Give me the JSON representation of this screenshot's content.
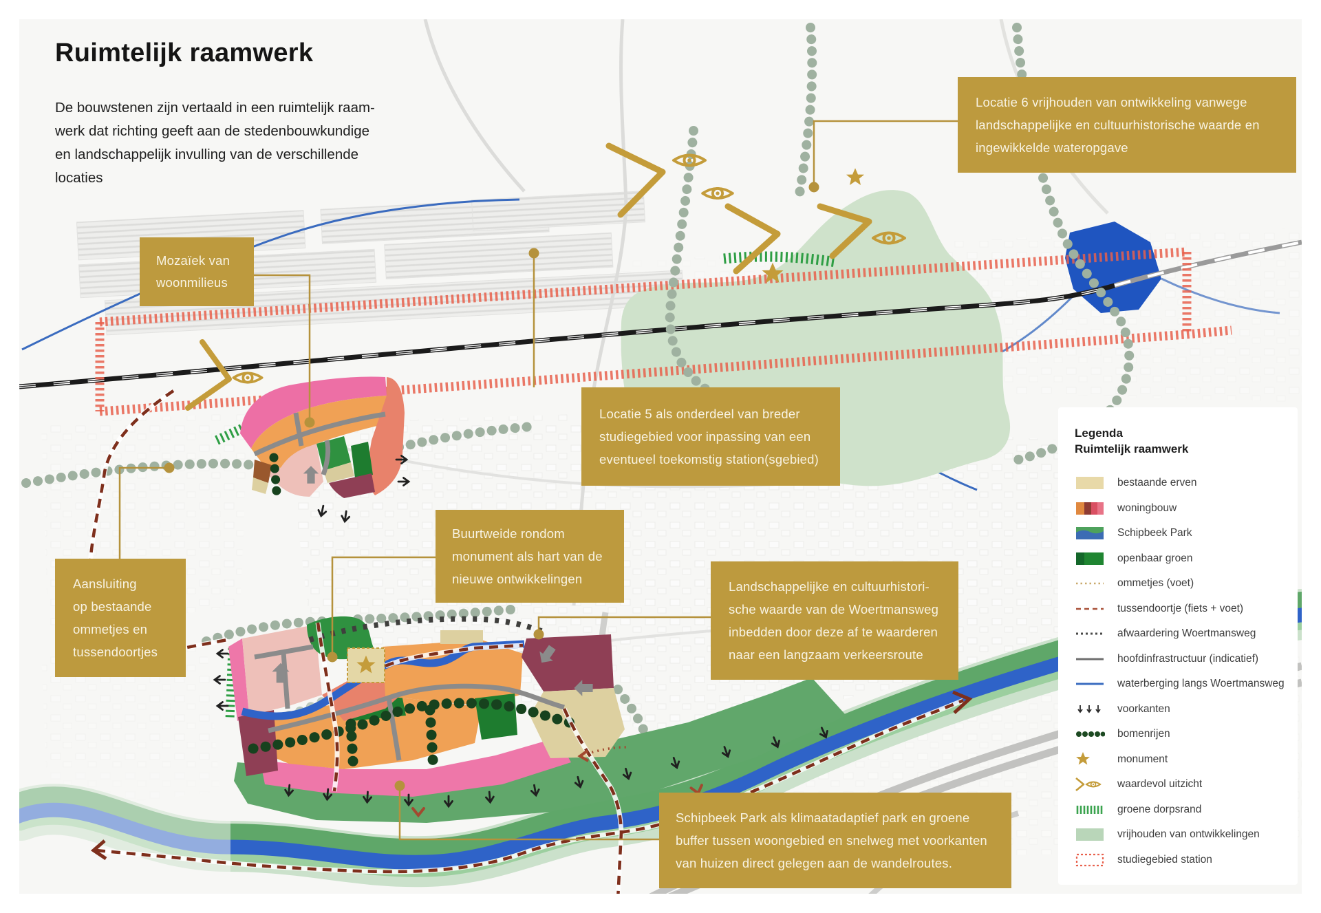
{
  "page": {
    "title": "Ruimtelijk raamwerk",
    "intro": "De bouwstenen zijn vertaald in een ruimtelijk raam-\nwerk dat richting geeft aan de stedenbouwkundige\nen landschappelijk invulling van de verschillende\nlocaties"
  },
  "annotations": [
    {
      "id": "locatie-6",
      "text": "Locatie 6 vrijhouden van ontwikkeling vanwege\nlandschappelijke en cultuurhistorische waarde en\ningewikkelde wateropgave"
    },
    {
      "id": "mozaiek",
      "text": "Mozaïek van\nwoonmilieus"
    },
    {
      "id": "locatie-5",
      "text": "Locatie 5 als onderdeel van breder\nstudiegebied voor inpassing van een\neventueel toekomstig station(sgebied)"
    },
    {
      "id": "buurtweide",
      "text": "Buurtweide rondom\nmonument als hart van de\nnieuwe ontwikkelingen"
    },
    {
      "id": "aansluiting",
      "text": "Aansluiting\nop bestaande\nommetjes en\ntussendoortjes"
    },
    {
      "id": "woertmansweg",
      "text": "Landschappelijke en cultuurhistori-\nsche waarde van de Woertmansweg\ninbedden door deze af te waarderen\nnaar een langzaam verkeersroute"
    },
    {
      "id": "schipbeek-park",
      "text": "Schipbeek Park als klimaatadaptief park en groene\nbuffer tussen woongebied en snelweg met voorkanten\nvan huizen direct gelegen aan de wandelroutes."
    }
  ],
  "legend": {
    "title": "Legenda",
    "subtitle": "Ruimtelijk raamwerk",
    "items": [
      {
        "label": "bestaande erven",
        "icon": "swatch-beige"
      },
      {
        "label": "woningbouw",
        "icon": "swatch-multicolor"
      },
      {
        "label": "Schipbeek Park",
        "icon": "swatch-green-blue"
      },
      {
        "label": "openbaar groen",
        "icon": "swatch-green"
      },
      {
        "label": "ommetjes (voet)",
        "icon": "dotted-tan-line"
      },
      {
        "label": "tussendoortje (fiets + voet)",
        "icon": "dashed-brown-line"
      },
      {
        "label": "afwaardering Woertmansweg",
        "icon": "dotted-dark-line"
      },
      {
        "label": "hoofdinfrastructuur (indicatief)",
        "icon": "solid-gray-line"
      },
      {
        "label": "waterberging langs Woertmansweg",
        "icon": "solid-blue-line"
      },
      {
        "label": "voorkanten",
        "icon": "down-arrows"
      },
      {
        "label": "bomenrijen",
        "icon": "tree-dots"
      },
      {
        "label": "monument",
        "icon": "gold-star"
      },
      {
        "label": "waardevol uitzicht",
        "icon": "chevron-eye"
      },
      {
        "label": "groene dorpsrand",
        "icon": "green-hatch"
      },
      {
        "label": "vrijhouden van ontwikkelingen",
        "icon": "swatch-sage"
      },
      {
        "label": "studiegebied station",
        "icon": "red-dashed-rect"
      }
    ]
  },
  "colors": {
    "accent_gold": "#bd9a3e",
    "icon_gold": "#c49c3a",
    "study_area_red": "#e8604c",
    "water_blue": "#2f63c8",
    "park_green": "#5fa769",
    "housing_orange": "#f0a155",
    "housing_pink": "#ed6fa5",
    "housing_salmon": "#e8826b",
    "housing_maroon": "#8f3f55",
    "existing_beige": "#ddd0a0",
    "public_green": "#1e7c2f",
    "reserve_sage": "#cfe2cb"
  }
}
